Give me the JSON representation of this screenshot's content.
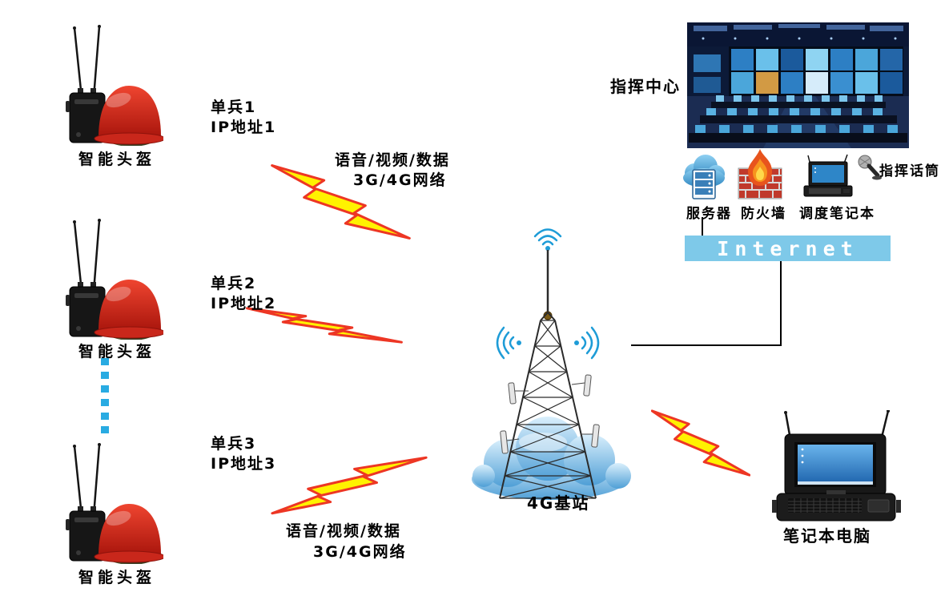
{
  "colors": {
    "background": "#ffffff",
    "lightning_fill": "#fff200",
    "lightning_stroke": "#ed3624",
    "internet_bar_bg": "#7ec9e9",
    "internet_text": "#ffffff",
    "dotted_line": "#29abe2",
    "helmet_red": "#d6281e",
    "cloud_blue": "#4f9fd6",
    "wifi_blue": "#1e9cd7"
  },
  "soldiers": [
    {
      "name": "单兵1",
      "ip": "IP地址1",
      "device": "智能头盔"
    },
    {
      "name": "单兵2",
      "ip": "IP地址2",
      "device": "智能头盔"
    },
    {
      "name": "单兵3",
      "ip": "IP地址3",
      "device": "智能头盔"
    }
  ],
  "links": {
    "top": {
      "line1": "语音/视频/数据",
      "line2": "3G/4G网络"
    },
    "bottom": {
      "line1": "语音/视频/数据",
      "line2": "3G/4G网络"
    }
  },
  "base_station": {
    "label": "4G基站"
  },
  "command_center": {
    "label": "指挥中心"
  },
  "equipment": {
    "server": "服务器",
    "firewall": "防火墙",
    "dispatch_laptop": "调度笔记本",
    "microphone": "指挥话筒"
  },
  "internet": {
    "label": "Internet"
  },
  "field_laptop": {
    "label": "笔记本电脑"
  },
  "icons": {
    "smart-helmet-icon": "red helmet with radio and antennas",
    "lightning-bolt-icon": "yellow zigzag bolt with red outline",
    "base-station-icon": "lattice tower with antennas",
    "cloud-icon": "blue cloud",
    "wifi-icon": "blue signal arcs",
    "server-icon": "server in blue cloud",
    "firewall-icon": "flame over brick wall",
    "dispatch-laptop-icon": "small laptop",
    "microphone-icon": "handheld microphone",
    "rugged-laptop-icon": "rugged case laptop with antennas",
    "command-center-photo": "control room with video wall"
  }
}
